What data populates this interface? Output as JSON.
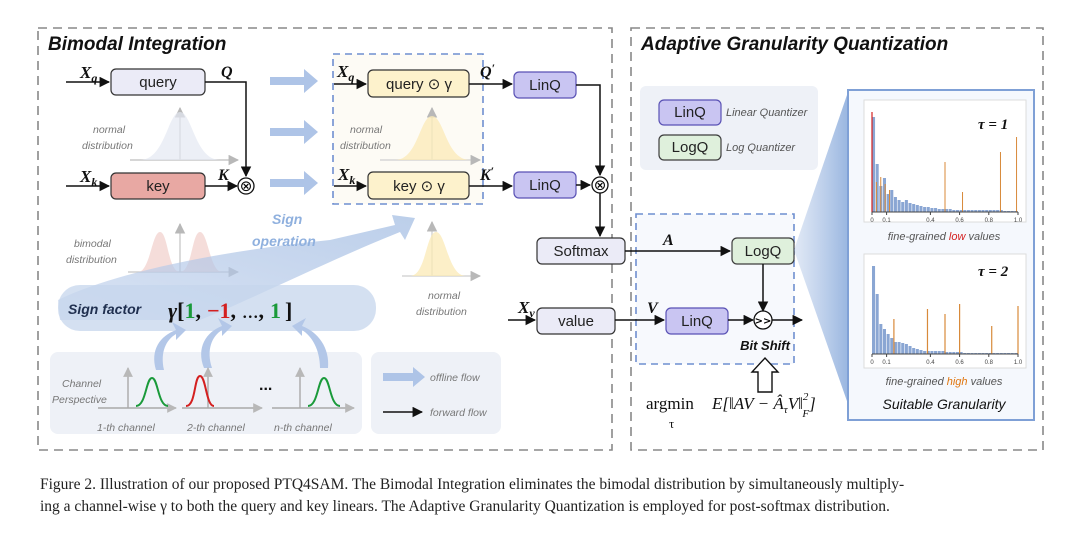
{
  "sections": {
    "left_title": "Bimodal Integration",
    "right_title": "Adaptive Granularity Quantization"
  },
  "inputs": {
    "xq": "X",
    "xq_sub": "q",
    "xk": "X",
    "xk_sub": "k",
    "xv": "X",
    "xv_sub": "v"
  },
  "blocks": {
    "query": "query",
    "key": "key",
    "query_gamma": "query ⊙ γ",
    "key_gamma": "key ⊙ γ",
    "linq": "LinQ",
    "logq": "LogQ",
    "softmax": "Softmax",
    "value": "value"
  },
  "symbols": {
    "Q": "Q",
    "K": "K",
    "Q_prime": "Q",
    "K_prime": "K",
    "prime": "′",
    "A": "A",
    "V": "V",
    "times": "⊗",
    "shift": ">>"
  },
  "labels": {
    "normal_distribution": [
      "normal",
      "distribution"
    ],
    "bimodal_distribution": [
      "bimodal",
      "distribution"
    ],
    "sign_operation": [
      "Sign",
      "operation"
    ],
    "sign_factor": "Sign factor",
    "gamma_vector": {
      "gamma": "γ",
      "open": "[",
      "v1": "1",
      "sep1": ",",
      "v2": "−1",
      "sep2": ",",
      "dots": "...",
      "sep3": ",",
      "v3": "1",
      "close": "]"
    },
    "channel_perspective": [
      "Channel",
      "Perspective"
    ],
    "channels": [
      "1-th channel",
      "2-th channel",
      "n-th channel"
    ],
    "channel_dots": "...",
    "offline_flow": "offline flow",
    "forward_flow": "forward flow",
    "bit_shift": "Bit Shift",
    "linq_legend": "Linear Quantizer",
    "logq_legend": "Log Quantizer",
    "argmin": "argmin",
    "argmin_sub": "τ",
    "objective": "E[‖AV − Â",
    "objective_sub": "τ",
    "objective_tail": "V‖",
    "objective_sup": "2",
    "objective_norm": "F",
    "objective_close": "]",
    "tau1": "τ = 1",
    "tau2": "τ = 2",
    "fine_low": {
      "pre": "fine-grained ",
      "hl": "low",
      "post": " values"
    },
    "fine_high": {
      "pre": "fine-grained ",
      "hl": "high",
      "post": " values"
    },
    "suitable": "Suitable Granularity",
    "ticks": [
      "0",
      "0.1",
      "0.4",
      "0.6",
      "0.8",
      "1.0"
    ]
  },
  "colors": {
    "lin_fill": "#c9c5f2",
    "lin_stroke": "#5a52b5",
    "log_fill": "#dff0dc",
    "log_stroke": "#3d3d3d",
    "query_fill": "#ebebf7",
    "key_fill": "#e8a8a3",
    "gamma_fill": "#fdf2cc",
    "hist_bar": "#8aa6d3",
    "hist_orange": "#d88a3a",
    "dashed_blue": "#6f8fd0",
    "green": "#1a9a3a",
    "red": "#d42020"
  },
  "caption": {
    "line1": "Figure 2. Illustration of our proposed PTQ4SAM. The Bimodal Integration eliminates the bimodal distribution by simultaneously multiply-",
    "line2": "ing a channel-wise γ to both the query and key linears. The Adaptive Granularity Quantization is employed for post-softmax distribution."
  }
}
